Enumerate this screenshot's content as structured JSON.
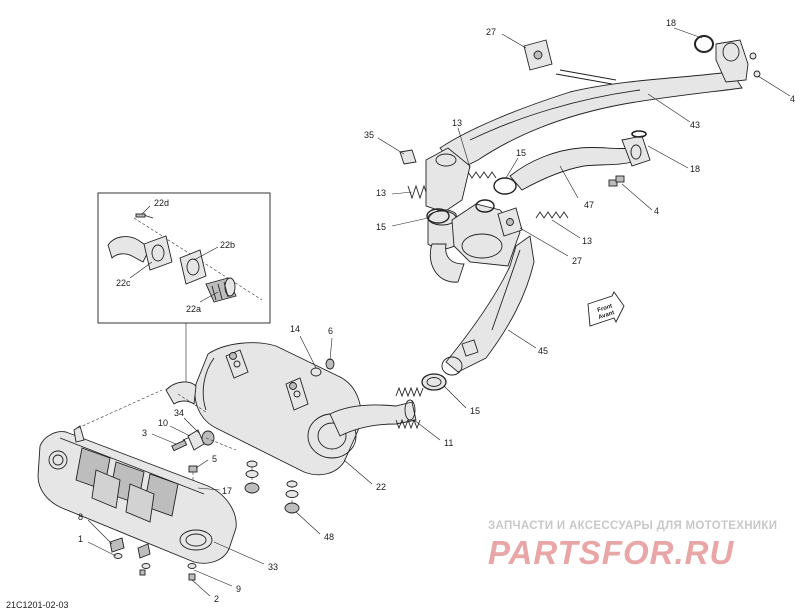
{
  "diagram_code": "21C1201-02-03",
  "watermark": {
    "tagline": "ЗАПЧАСТИ И АКСЕССУАРЫ ДЛЯ МОТОТЕХНИКИ",
    "brand": "PARTSFOR.RU"
  },
  "front_arrow_label": [
    "Front",
    "Avant"
  ],
  "callouts": {
    "p18a": "18",
    "p27a": "27",
    "p4a": "4",
    "p43": "43",
    "p35": "35",
    "p13a": "13",
    "p15a": "15",
    "p18b": "18",
    "p13b": "13",
    "p47": "47",
    "p4b": "4",
    "p15b": "15",
    "p13c": "13",
    "p27b": "27",
    "p45": "45",
    "p14": "14",
    "p6": "6",
    "p34": "34",
    "p10": "10",
    "p3": "3",
    "p5": "5",
    "p17": "17",
    "p15c": "15",
    "p11": "11",
    "p22": "22",
    "p48": "48",
    "p8": "8",
    "p1": "1",
    "p33": "33",
    "p9": "9",
    "p2": "2",
    "p22d": "22d",
    "p22b": "22b",
    "p22c": "22c",
    "p22a": "22a"
  }
}
